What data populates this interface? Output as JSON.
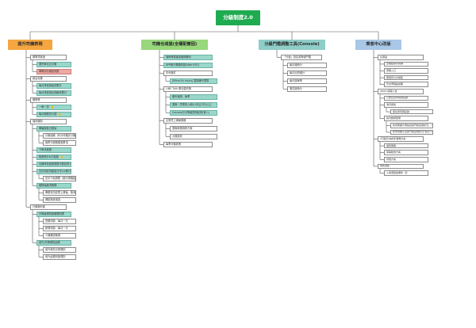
{
  "root": {
    "label": "分級制度2.0"
  },
  "branches": [
    {
      "key": "a",
      "label": "提升司機表現",
      "color": "#f5a640",
      "children": [
        {
          "label": "車隊貢獻度",
          "children": [
            {
              "label": "運營單位比計畫",
              "hl": true
            },
            {
              "label": "車隊評分細批改數",
              "hl": "red"
            }
          ]
        },
        {
          "label": "統治效果",
          "children": [
            {
              "label": "每月排班與達成累計",
              "hl": true
            },
            {
              "label": "每月排班與出勤績效累計",
              "hl": true
            }
          ]
        },
        {
          "label": "服務等",
          "children": [
            {
              "label": "一單一評",
              "hl": true,
              "emoji": "👍"
            },
            {
              "label": "每月服務評分調",
              "hl": true,
              "emoji": "👍"
            }
          ]
        },
        {
          "label": "福利機制",
          "children": [
            {
              "label": "車輛保養分數據",
              "hl": true,
              "children": [
                {
                  "label": "計畫組織（年月司機評分機制）"
                },
                {
                  "label": "推薦行服務獲獎累項"
                }
              ]
            },
            {
              "label": "下單流程優",
              "hl": true
            },
            {
              "label": "點數積分&打抽獎",
              "hl": true,
              "emoji": "👍"
            },
            {
              "label": "出機時長鏈與運價行動紀錄+ETF",
              "hl": true
            },
            {
              "label": "空中回收待建議分享(vs第2年)",
              "hl": true,
              "children": [
                {
                  "label": "空中介面調整（顯示規格建議人數）"
                }
              ]
            },
            {
              "label": "服務後續事務理",
              "hl": true,
              "children": [
                {
                  "label": "車籍資訊影響上傳後，取消政策建立司機好"
                },
                {
                  "label": "補貼與投保設"
                }
              ]
            }
          ]
        },
        {
          "label": "升遷權利部",
          "children": [
            {
              "label": "升降級規則基礎規則標",
              "hl": true,
              "children": [
                {
                  "label": "查獲判斷：每月一次"
                },
                {
                  "label": "新規判斷：每月一次"
                },
                {
                  "label": "人機確認條規"
                }
              ]
            },
            {
              "label": "晉升/升降規則處理",
              "hl": true,
              "children": [
                {
                  "label": "晉升條件計算規則"
                },
                {
                  "label": "晉升處理判斷規則"
                }
              ]
            }
          ]
        }
      ]
    },
    {
      "key": "b",
      "label": "司機也城堡(全權配審因)",
      "color": "#98d77c",
      "children": [
        {
          "label": "場時等乘客量超期權利",
          "hl": true
        },
        {
          "label": "APP執行車籍判斷(Web RFD)",
          "hl": true
        },
        {
          "label": "车司機件",
          "children": [
            {
              "label": "[Minor:Xc hours] 雲端備子標準",
              "hl": true
            }
          ]
        },
        {
          "label": "LINE TAXI 車站優先購",
          "children": [
            {
              "label": "股份後照：每季",
              "hl": true
            },
            {
              "label": "運管：營業收入細(10天)[2次以上]",
              "hl": true
            },
            {
              "label": "Console分分等級表明紀錄(第八)",
              "hl": true
            }
          ]
        },
        {
          "label": "企業員工專屬價格",
          "children": [
            {
              "label": "運管款價償費方案"
            },
            {
              "label": "大額設效"
            }
          ]
        },
        {
          "label": "每季可機政策"
        }
      ]
    },
    {
      "key": "c",
      "label": "分級門檻調整工具(Console)",
      "color": "#8fcdc8",
      "children": [
        {
          "label": "「分級」設定各等級門檻",
          "children": [
            {
              "label": "每月總積分"
            },
            {
              "label": "每月出勤總分"
            },
            {
              "label": "每月接單率"
            },
            {
              "label": "滿意度積分"
            }
          ]
        }
      ]
    },
    {
      "key": "d",
      "label": "乘客中心改版",
      "color": "#a9c7e6",
      "children": [
        {
          "label": "好康點",
          "children": [
            {
              "label": "全權點報有報碼"
            },
            {
              "label": "華購入口"
            },
            {
              "label": "累里有分享標配"
            },
            {
              "label": "符合李程點總期"
            }
          ]
        },
        {
          "label": "(NWV)乘客公告",
          "children": [
            {
              "label": "公告比對申報的記錄"
            },
            {
              "label": "消月報告",
              "children": [
                {
                  "label": "留住車有標記錄"
                }
              ]
            },
            {
              "label": "總次數標配類",
              "children": [
                {
                  "label": "新增時顯示哪些紀錄門檻違規狀況，*投影console設定各項門檻顯示"
                },
                {
                  "label": "新增時顯示全部門檻違規狀況*投影console設定各項門檻顯示"
                }
              ]
            }
          ]
        },
        {
          "label": "(不確定)地的影響規方案",
          "children": [
            {
              "label": "價值累費"
            },
            {
              "label": "車等動效方案"
            },
            {
              "label": "評價方案"
            }
          ]
        },
        {
          "label": "乘客選配",
          "children": [
            {
              "label": "入乘選配設備狀",
              "emoji": "😊"
            }
          ]
        }
      ]
    }
  ]
}
